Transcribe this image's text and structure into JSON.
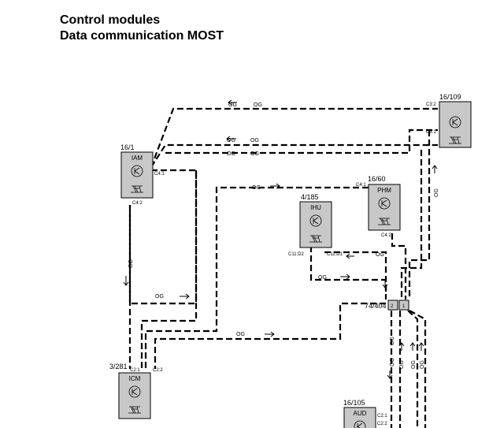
{
  "title": {
    "line1": "Control modules",
    "line2": "Data communication MOST"
  },
  "modules": {
    "iam": {
      "ref": "16/1",
      "name": "IAM",
      "pin_out": "C4:1",
      "pin_in": "C4:2"
    },
    "ihu": {
      "ref": "4/185",
      "name": "IHU",
      "pin_a": "C11:D2",
      "pin_b": "C11:D1"
    },
    "phm": {
      "ref": "16/60",
      "name": "PHM",
      "pin_in": "C4:1",
      "pin_out": "C4:2"
    },
    "top_right": {
      "ref": "16/109",
      "pin_a": "C3:2",
      "pin_b": "C3:1"
    },
    "icm": {
      "ref": "3/281",
      "name": "ICM",
      "pin_a": "C2:1",
      "pin_b": "C2:2"
    },
    "aud": {
      "ref": "16/105",
      "name": "AUD",
      "pin_a": "C2:1",
      "pin_b": "C2:2"
    }
  },
  "connector": {
    "ref": "74/404",
    "pin_left": "2",
    "pin_right": "1"
  },
  "wire_color": "OG",
  "colors": {
    "module_fill": "#c8c8c8",
    "wire": "#000000"
  }
}
